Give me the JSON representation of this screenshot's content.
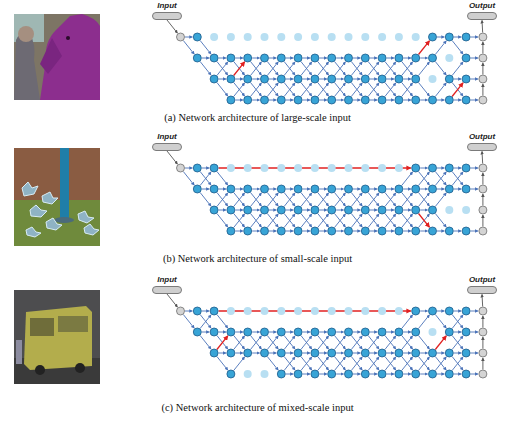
{
  "diagram": {
    "nodes": [
      {
        "text": [
          "Input"
        ]
      },
      {
        "text": [
          "Output"
        ]
      },
      {
        "text": [
          "Input"
        ]
      },
      {
        "text": [
          "Output"
        ]
      },
      {
        "text": [
          "Input"
        ]
      },
      {
        "text": [
          "Output"
        ]
      }
    ],
    "labels": [
      "(a) Network architecture of large-scale input",
      "(b) Network architecture of small-scale input",
      "(c) Network architecture of mixed-scale input"
    ]
  }
}
